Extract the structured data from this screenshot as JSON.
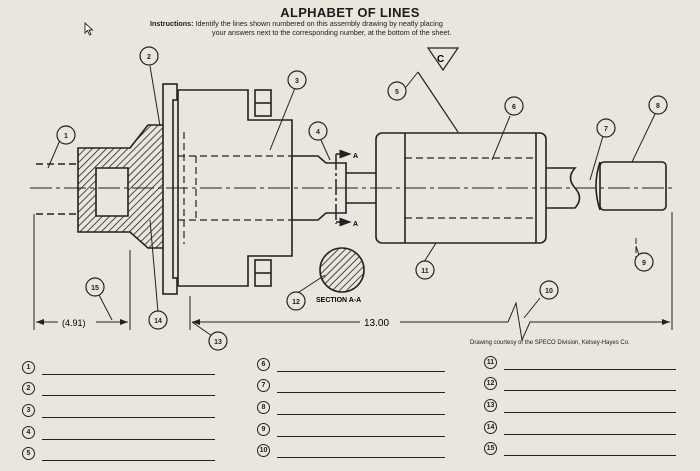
{
  "title": "ALPHABET OF LINES",
  "instructions": {
    "label": "Instructions:",
    "line1": "Identify the lines shown numbered on this assembly drawing by neatly placing",
    "line2": "your answers next to the corresponding number, at the bottom of the sheet."
  },
  "drawing": {
    "callouts": [
      "1",
      "2",
      "3",
      "4",
      "5",
      "6",
      "7",
      "8",
      "9",
      "10",
      "11",
      "12",
      "13",
      "14",
      "15"
    ],
    "datum_label": "C",
    "section_arrow_label": "A",
    "section_label": "SECTION A-A",
    "dim_overall": "13.00",
    "dim_left": "(4.91)"
  },
  "credit": "Drawing courtesy of the SPECO Division, Kelsey-Hayes Co.",
  "answers": {
    "col1": [
      "1",
      "2",
      "3",
      "4",
      "5"
    ],
    "col2": [
      "6",
      "7",
      "8",
      "9",
      "10"
    ],
    "col3": [
      "11",
      "12",
      "13",
      "14",
      "15"
    ]
  }
}
